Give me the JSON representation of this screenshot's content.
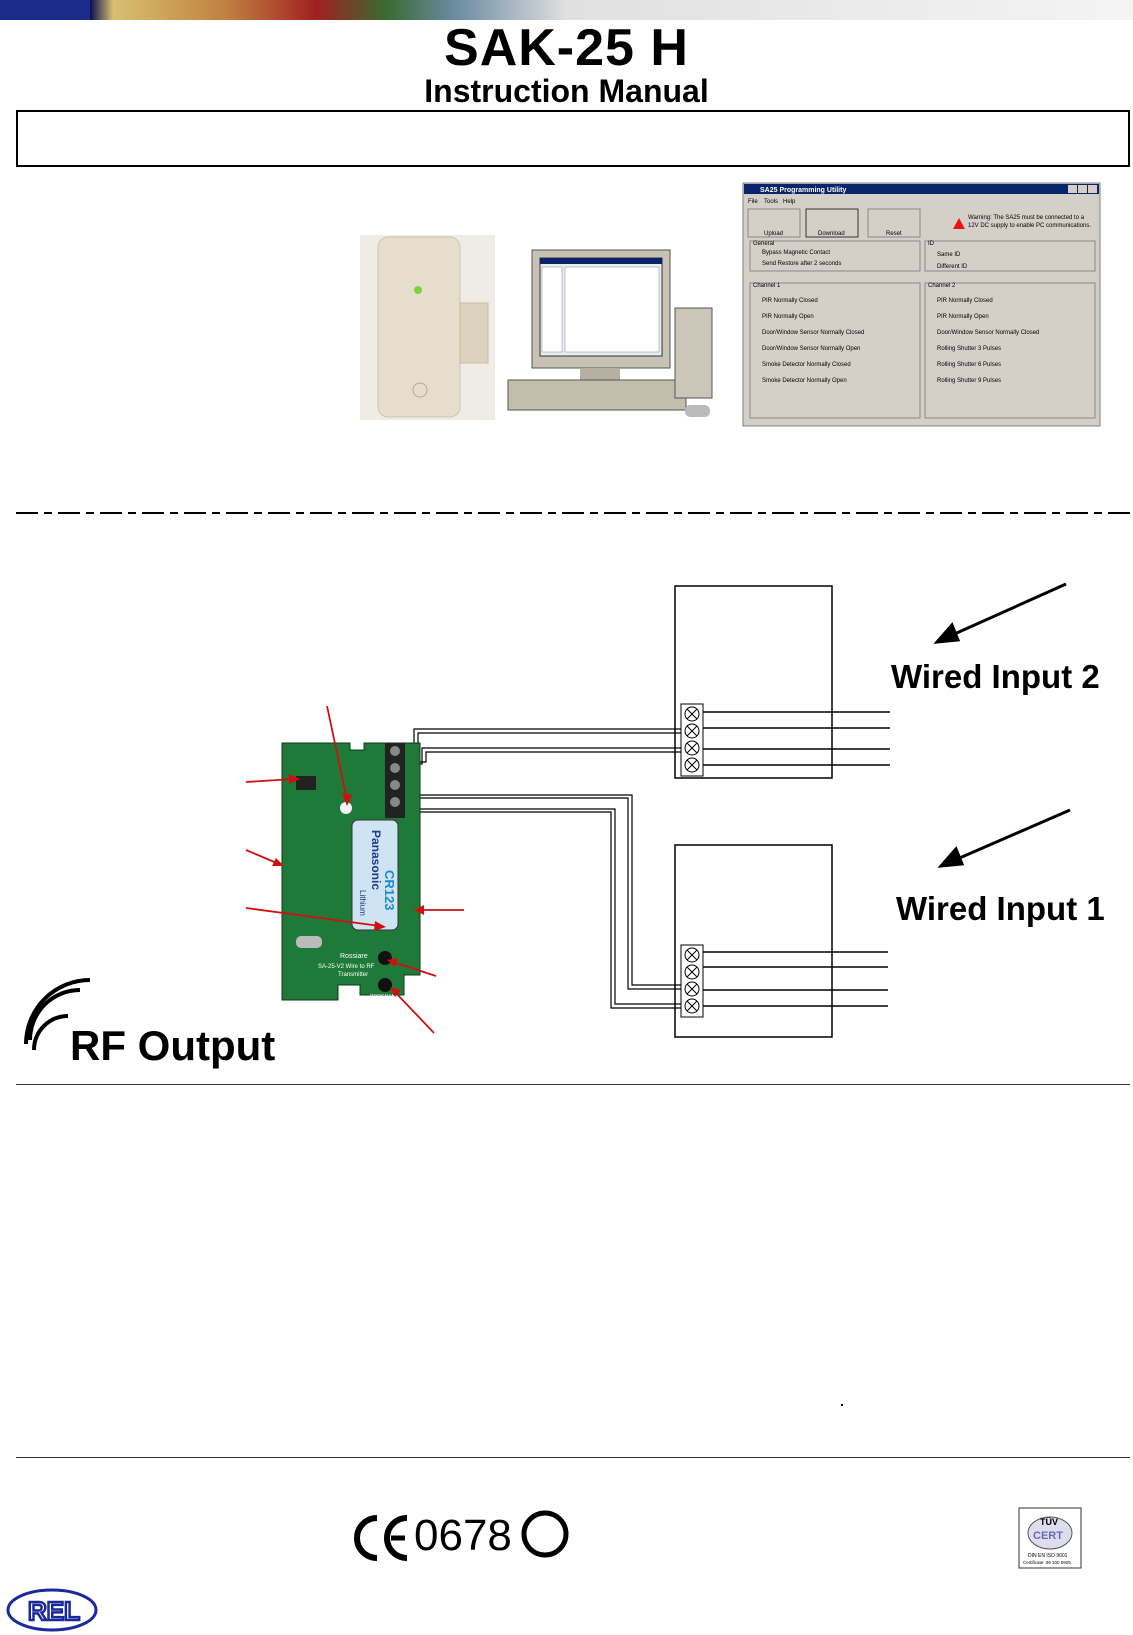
{
  "header": {
    "title": "SAK-25 H",
    "subtitle": "Instruction Manual"
  },
  "hero": {
    "utility_window": {
      "title": "SA25 Programming Utility",
      "menu": [
        "File",
        "Tools",
        "Help"
      ],
      "toolbar": [
        "Upload",
        "Download",
        "Reset"
      ],
      "warning": [
        "Warning: The SA25 must be connected to a",
        "12V DC supply to enable PC communications."
      ],
      "general": {
        "heading": "General",
        "options": [
          "Bypass Magnetic Contact",
          "Send Restore after 2 seconds"
        ]
      },
      "id_group": {
        "heading": "ID",
        "options": [
          "Same ID",
          "Different ID"
        ]
      },
      "channel1": {
        "heading": "Channel 1",
        "options": [
          "PIR Normally Closed",
          "PIR Normally Open",
          "Door/Window Sensor Normally Closed",
          "Door/Window Sensor Normally Open",
          "Smoke Detector Normally Closed",
          "Smoke Detector Normally Open"
        ]
      },
      "channel2": {
        "heading": "Channel 2",
        "options": [
          "PIR Normally Closed",
          "PIR Normally Open",
          "Door/Window Sensor Normally Closed",
          "Rolling Shutter 3 Pulses",
          "Rolling Shutter 6 Pulses",
          "Rolling Shutter 9 Pulses"
        ]
      }
    }
  },
  "wiring": {
    "wired_input_2": "Wired Input 2",
    "wired_input_1": "Wired Input 1",
    "rf_output": "RF Output",
    "pcb_text": {
      "battery_brand": "Panasonic",
      "battery_model": "CR123",
      "battery_type": "Lithium",
      "maker": "Rossiare",
      "board_name": "SA-25-V2 Wire to RF",
      "board_sub": "Transmitter",
      "program": "PROGRAM"
    }
  },
  "footer": {
    "ce_number": "0678",
    "tuv": {
      "brand": "TÜV",
      "cert": "CERT",
      "line1": "DIN EN ISO 9001",
      "line2": "Certificate: 09 100 6925"
    },
    "logo": "REL"
  },
  "colors": {
    "pcb_green": "#1f7a3a",
    "arrow_red": "#d01010",
    "window_blue": "#0a246a",
    "device_beige": "#ece4d4"
  }
}
